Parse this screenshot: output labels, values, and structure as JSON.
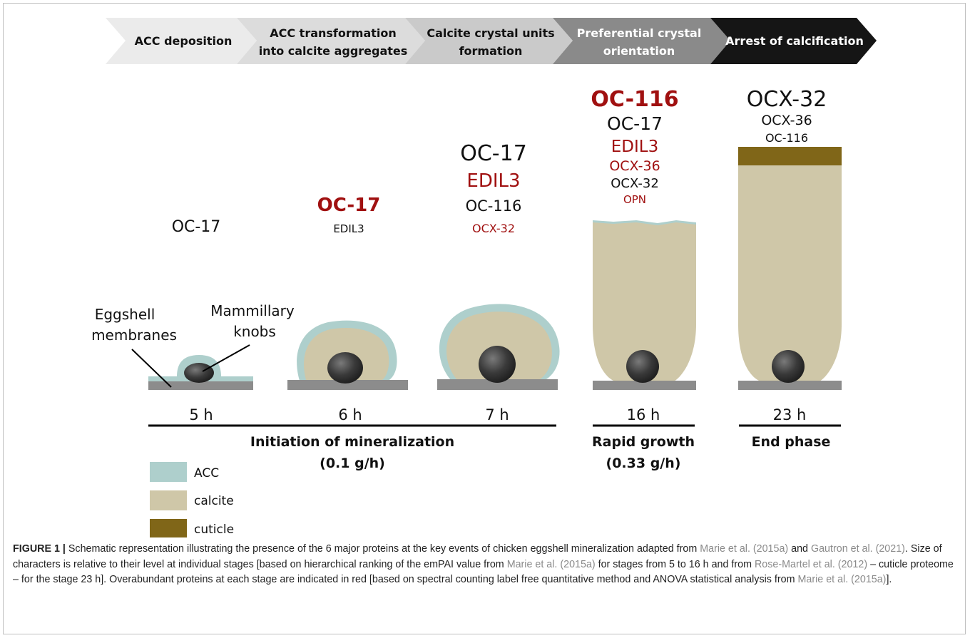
{
  "stages": [
    {
      "label_line1": "ACC deposition",
      "label_line2": ""
    },
    {
      "label_line1": "ACC transformation",
      "label_line2": "into calcite aggregates"
    },
    {
      "label_line1": "Calcite crystal units",
      "label_line2": "formation"
    },
    {
      "label_line1": "Preferential crystal",
      "label_line2": "orientation"
    },
    {
      "label_line1": "Arrest of calcification",
      "label_line2": ""
    }
  ],
  "columns": [
    {
      "time": "5 h",
      "proteins": [
        {
          "name": "OC-17",
          "color": "#111111",
          "bold": false
        }
      ]
    },
    {
      "time": "6 h",
      "proteins": [
        {
          "name": "OC-17",
          "color": "#a01010",
          "bold": true
        },
        {
          "name": "EDIL3",
          "color": "#111111",
          "bold": false
        }
      ]
    },
    {
      "time": "7 h",
      "proteins": [
        {
          "name": "OC-17",
          "color": "#111111",
          "bold": false
        },
        {
          "name": "EDIL3",
          "color": "#a01010",
          "bold": false
        },
        {
          "name": "OC-116",
          "color": "#111111",
          "bold": false
        },
        {
          "name": "OCX-32",
          "color": "#a01010",
          "bold": false
        }
      ]
    },
    {
      "time": "16 h",
      "proteins": [
        {
          "name": "OC-116",
          "color": "#a01010",
          "bold": true
        },
        {
          "name": "OC-17",
          "color": "#111111",
          "bold": false
        },
        {
          "name": "EDIL3",
          "color": "#a01010",
          "bold": false
        },
        {
          "name": "OCX-36",
          "color": "#a01010",
          "bold": false
        },
        {
          "name": "OCX-32",
          "color": "#111111",
          "bold": false
        },
        {
          "name": "OPN",
          "color": "#a01010",
          "bold": false
        }
      ]
    },
    {
      "time": "23 h",
      "proteins": [
        {
          "name": "OCX-32",
          "color": "#111111",
          "bold": false
        },
        {
          "name": "OCX-36",
          "color": "#111111",
          "bold": false
        },
        {
          "name": "OC-116",
          "color": "#111111",
          "bold": false
        }
      ]
    }
  ],
  "annotations": {
    "eggshell_line1": "Eggshell",
    "eggshell_line2": "membranes",
    "mammillary_line1": "Mammillary",
    "mammillary_line2": "knobs"
  },
  "phases": [
    {
      "name": "Initiation of mineralization",
      "rate": "(0.1 g/h)"
    },
    {
      "name": "Rapid growth",
      "rate": "(0.33 g/h)"
    },
    {
      "name": "End phase",
      "rate": ""
    }
  ],
  "legend": [
    {
      "label": "ACC",
      "color": "#aecfcc"
    },
    {
      "label": "calcite",
      "color": "#cfc7a8"
    },
    {
      "label": "cuticle",
      "color": "#806618"
    }
  ],
  "caption": {
    "fig_label": "FIGURE 1 |",
    "t1": " Schematic representation illustrating the presence of the 6 major proteins at the key events of chicken eggshell mineralization adapted from ",
    "c1": "Marie et al. (2015a)",
    "t2": " and ",
    "c2": "Gautron et al. (2021)",
    "t3": ". Size of characters is relative to their level at individual stages [based on hierarchical ranking of the emPAI value from ",
    "c3": "Marie et al. (2015a)",
    "t4": " for stages from 5 to 16 h and from ",
    "c4": "Rose-Martel et al. (2012)",
    "t5": " – cuticle proteome – for the stage 23 h]. Overabundant proteins at each stage are indicated in red [based on spectral counting label free quantitative method and ANOVA statistical analysis from ",
    "c5": "Marie et al. (2015a)",
    "t6": "]."
  },
  "colors": {
    "acc": "#aecfcc",
    "calcite": "#cfc7a8",
    "cuticle": "#806618",
    "membrane": "#8c8c8c",
    "knob": "#3a3a3a",
    "red": "#a01010"
  }
}
